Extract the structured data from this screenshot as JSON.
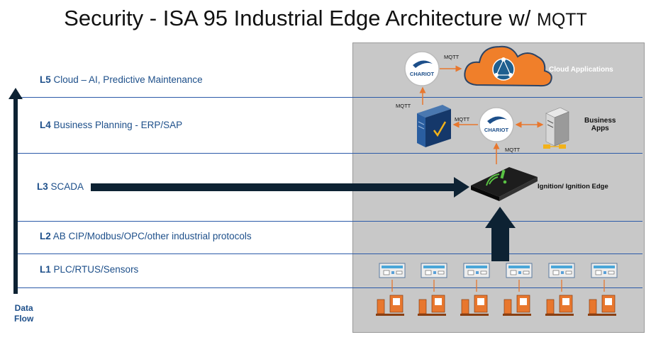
{
  "title": {
    "main": "Security - ISA 95 Industrial Edge Architecture w/ ",
    "mqtt": "MQTT"
  },
  "levels": [
    {
      "code": "L5",
      "text": " Cloud – AI, Predictive Maintenance"
    },
    {
      "code": "L4",
      "text": " Business Planning - ERP/SAP"
    },
    {
      "code": "L3",
      "text": " SCADA"
    },
    {
      "code": "L2",
      "text": " AB CIP/Modbus/OPC/other industrial protocols"
    },
    {
      "code": "L1",
      "text": " PLC/RTUS/Sensors"
    }
  ],
  "flow": {
    "line1": "Data",
    "line2": "Flow"
  },
  "labels": {
    "cloud_apps": "Cloud Applications",
    "business_line1": "Business",
    "business_line2": "Apps",
    "ignition": "Ignition/ Ignition Edge",
    "chariot": "CHARIOT",
    "mqtt": "MQTT"
  },
  "colors": {
    "level_text": "#1d4f8a",
    "arrow": "#0d2233",
    "connector": "#e8772e",
    "line": "#2b5aa8",
    "cloud": "#f07f2a"
  }
}
